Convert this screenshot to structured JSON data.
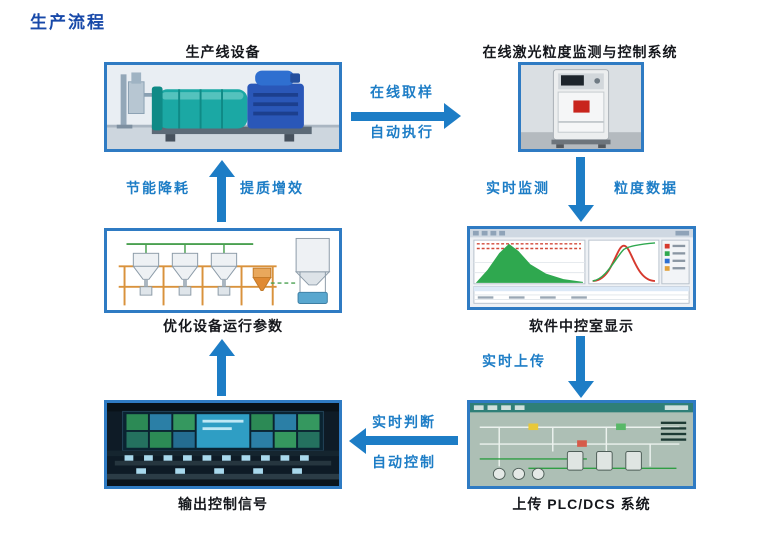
{
  "page": {
    "title": "生产流程"
  },
  "nodes": {
    "production_line": {
      "label": "生产线设备"
    },
    "laser_system": {
      "label": "在线激光粒度监测与控制系统"
    },
    "software_display": {
      "label": "软件中控室显示"
    },
    "plc_dcs": {
      "label": "上传 PLC/DCS 系统"
    },
    "output_signal": {
      "label": "输出控制信号"
    },
    "optimize_params": {
      "label": "优化设备运行参数"
    }
  },
  "arrows": {
    "production_to_laser": {
      "top": "在线取样",
      "bottom": "自动执行"
    },
    "laser_to_software": {
      "left": "实时监测",
      "right": "粒度数据"
    },
    "software_to_plc": {
      "label": "实时上传"
    },
    "plc_to_output": {
      "top": "实时判断",
      "bottom": "自动控制"
    },
    "optimize_to_production": {
      "left": "节能降耗",
      "right": "提质增效"
    }
  },
  "colors": {
    "accent": "#1d7dc6",
    "title": "#1849a9",
    "border": "#2f7bc3",
    "label": "#15171c"
  }
}
